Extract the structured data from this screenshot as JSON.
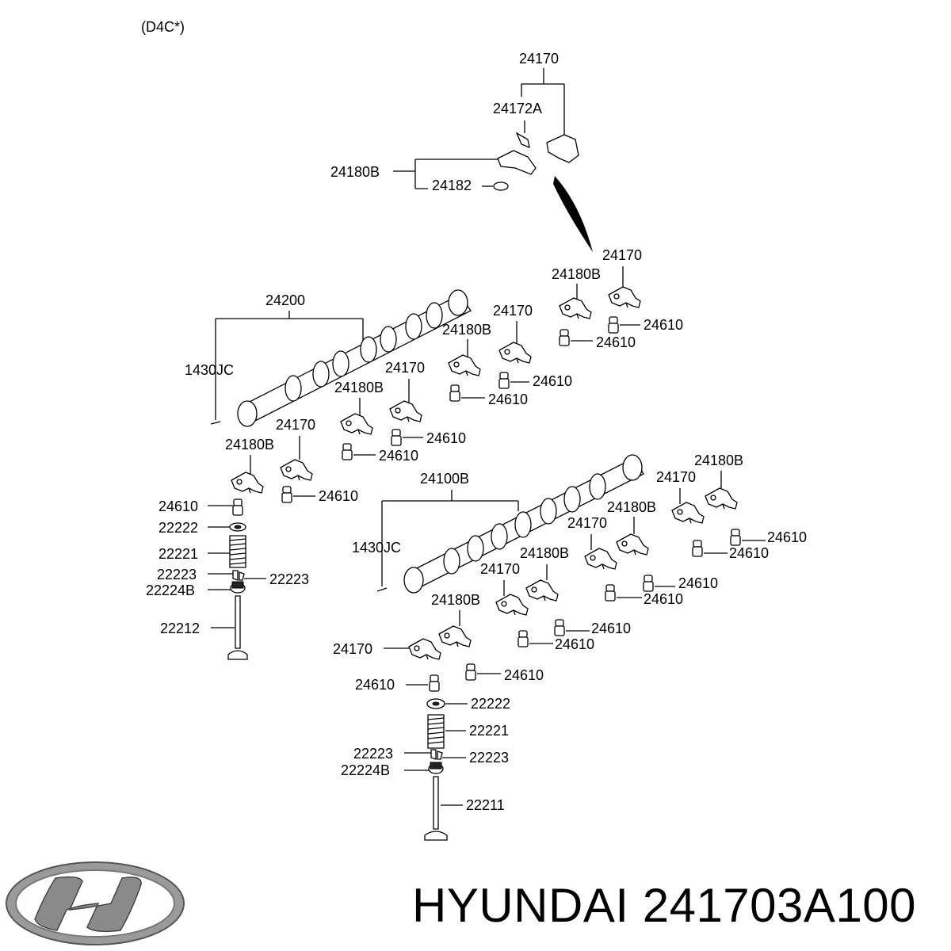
{
  "diagram": {
    "variant": "(D4C*)",
    "upper_assembly": {
      "rocker_arm_set": "24170",
      "clip": "24172A",
      "rocker_arm": "24180B",
      "spring_clip": "24182"
    },
    "detail": {
      "rocker_arm_right": "24170",
      "rocker_arm_left": "24180B",
      "lash_adjuster": "24610"
    },
    "camshaft_top": {
      "label": "24200",
      "pin": "1430JC"
    },
    "camshaft_bottom": {
      "label": "24100B",
      "pin": "1430JC"
    },
    "rocker": "24170",
    "rocker_b": "24180B",
    "lash": "24610",
    "valve_left": {
      "lash": "24610",
      "retainer": "22222",
      "spring": "22221",
      "cotter_left": "22223",
      "cotter_right": "22223",
      "seal": "22224B",
      "valve": "22212"
    },
    "valve_right": {
      "lash": "24610",
      "retainer": "22222",
      "spring": "22221",
      "cotter_left": "22223",
      "cotter_right": "22223",
      "seal": "22224B",
      "valve": "22211"
    }
  },
  "footer": {
    "brand": "HYUNDAI",
    "part_number": "241703A100",
    "logo_name": "hyundai-logo"
  }
}
